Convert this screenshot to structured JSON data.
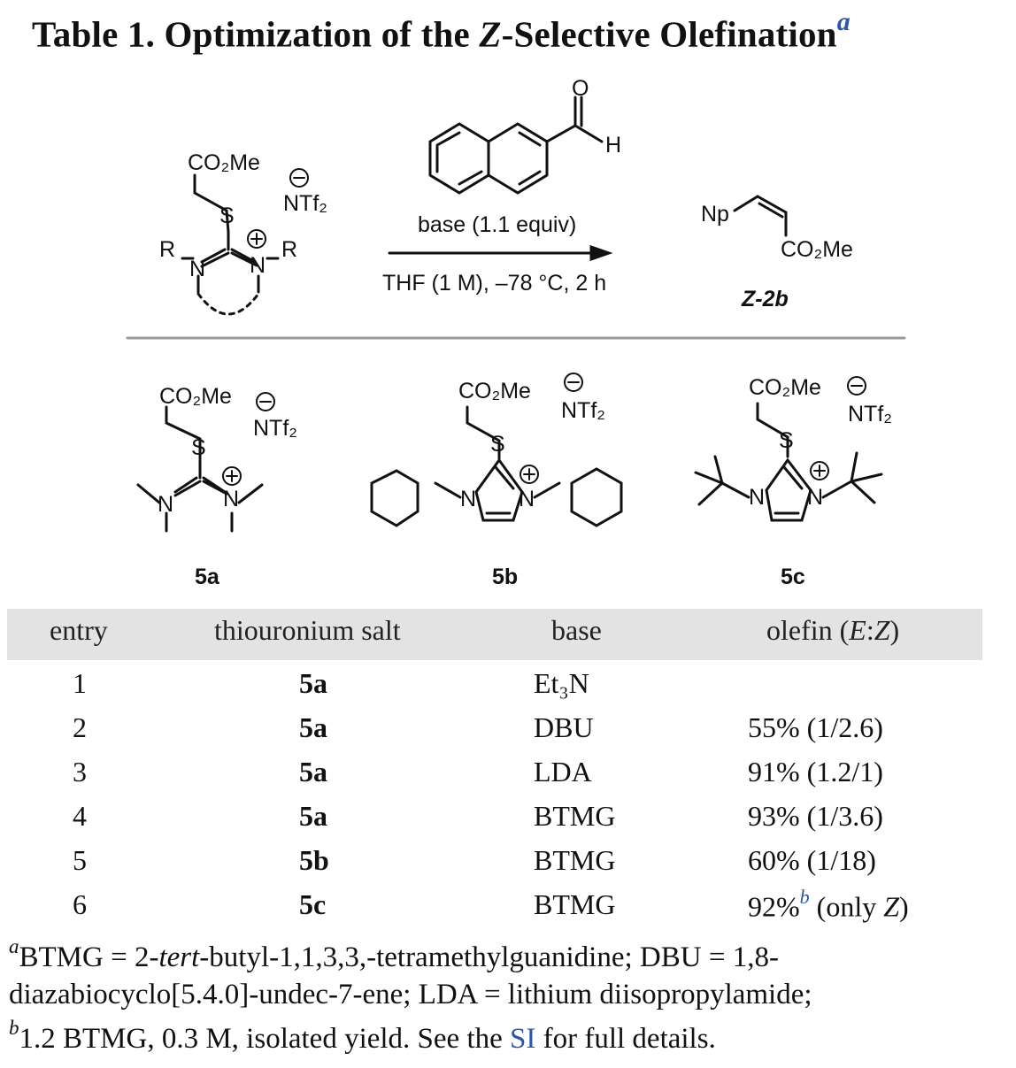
{
  "title": {
    "prefix": "Table 1. Optimization of the ",
    "italic": "Z",
    "suffix": "-Selective Olefination",
    "marker": "a"
  },
  "scheme": {
    "reagent_top": "base (1.1 equiv)",
    "reagent_bottom": "THF (1 M), –78 °C, 2 h",
    "product_label": "Z-2b",
    "aldehyde_H": "H",
    "aldehyde_O": "O",
    "product_np": "Np",
    "product_ester": "CO₂Me",
    "general": {
      "ester": "CO₂Me",
      "anion": "NTf₂",
      "s": "S",
      "n": "N",
      "r": "R"
    },
    "compounds": [
      {
        "label": "5a",
        "ester": "CO₂Me",
        "anion": "NTf₂"
      },
      {
        "label": "5b",
        "ester": "CO₂Me",
        "anion": "NTf₂"
      },
      {
        "label": "5c",
        "ester": "CO₂Me",
        "anion": "NTf₂"
      }
    ]
  },
  "table": {
    "headers": {
      "entry": "entry",
      "salt": "thiouronium salt",
      "base": "base",
      "olefin_prefix": "olefin (",
      "olefin_E": "E",
      "olefin_colon": ":",
      "olefin_Z": "Z",
      "olefin_suffix": ")"
    },
    "rows": [
      {
        "entry": "1",
        "salt": "5a",
        "base": "Et₃N",
        "olefin": ""
      },
      {
        "entry": "2",
        "salt": "5a",
        "base": "DBU",
        "olefin": "55% (1/2.6)"
      },
      {
        "entry": "3",
        "salt": "5a",
        "base": "LDA",
        "olefin": "91% (1.2/1)"
      },
      {
        "entry": "4",
        "salt": "5a",
        "base": "BTMG",
        "olefin": "93% (1/3.6)"
      },
      {
        "entry": "5",
        "salt": "5b",
        "base": "BTMG",
        "olefin": "60% (1/18)"
      },
      {
        "entry": "6",
        "salt": "5c",
        "base": "BTMG",
        "olefin": "92%",
        "olefin_marker": "b",
        "olefin_rest": " (only ",
        "olefin_italic": "Z",
        "olefin_end": ")"
      }
    ]
  },
  "footnotes": {
    "a_marker": "a",
    "line1_a": "BTMG  =  2-",
    "line1_it": "tert",
    "line1_b": "-butyl-1,1,3,3,-tetramethylguanidine;  DBU  =  1,8-",
    "line2": "diazabiocyclo[5.4.0]-undec-7-ene;  LDA  =  lithium  diisopropylamide;",
    "b_marker": "b",
    "line3_a": "1.2 BTMG, 0.3 M, isolated yield. See the ",
    "line3_link": "SI",
    "line3_b": " for full details."
  }
}
